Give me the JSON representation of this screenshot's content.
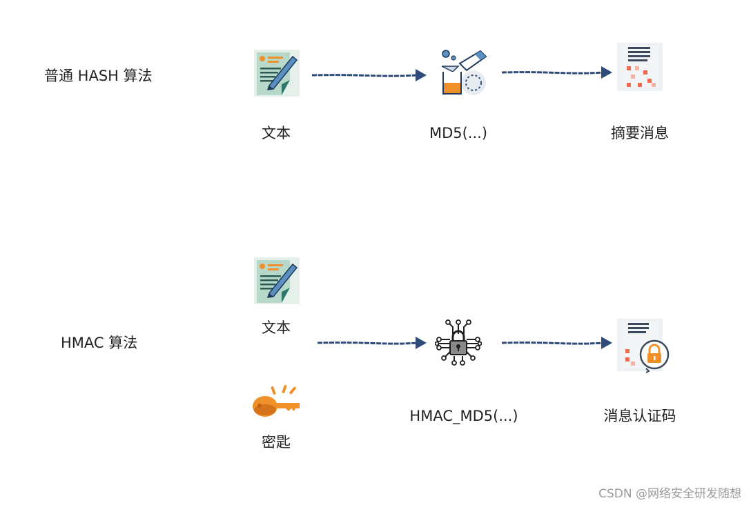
{
  "rows": [
    {
      "title": "普通 HASH 算法",
      "input_label": "文本",
      "process_label": "MD5(...)",
      "output_label": "摘要消息"
    },
    {
      "title": "HMAC 算法",
      "input_label": "文本",
      "key_label": "密匙",
      "process_label": "HMAC_MD5(...)",
      "output_label": "消息认证码"
    }
  ],
  "icons": {
    "document": "document-pen-icon",
    "lab": "lab-flask-icon",
    "digest": "digest-document-icon",
    "circuit_lock": "circuit-lock-icon",
    "key": "key-icon",
    "mac": "locked-document-icon"
  },
  "colors": {
    "arrow": "#2e4b7a",
    "accent_orange": "#f0902a",
    "accent_red": "#ef6a4f",
    "doc_bg": "#e6f0ea"
  },
  "watermark": "CSDN @网络安全研发随想"
}
